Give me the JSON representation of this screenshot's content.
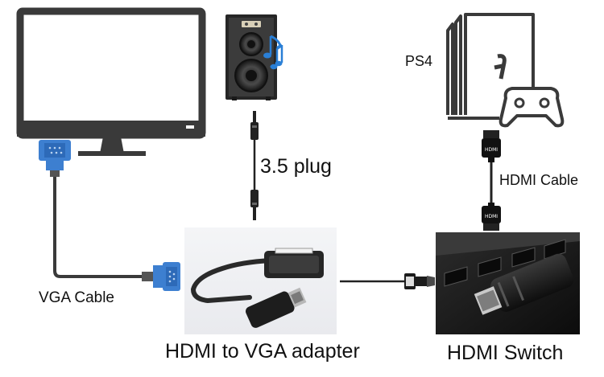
{
  "labels": {
    "audio_plug": "3.5 plug",
    "console": "PS4",
    "hdmi_cable": "HDMI Cable",
    "vga_cable": "VGA Cable",
    "adapter": "HDMI to VGA adapter",
    "switch": "HDMI Switch"
  },
  "icons": {
    "monitor": "monitor-icon",
    "speaker": "speaker-icon",
    "console": "ps4-console-icon",
    "controller": "gamepad-icon",
    "adapter": "hdmi-vga-adapter-photo",
    "switch": "hdmi-switch-photo",
    "vga_connector": "vga-connector-icon",
    "hdmi_connector": "hdmi-connector-icon",
    "audio_jack": "audio-jack-icon",
    "music_notes": "music-note-icon"
  },
  "colors": {
    "monitor_outline": "#3a3a3a",
    "vga_connector": "#3d7fd0",
    "cable": "#333333",
    "music_note": "#2a7fd6",
    "background": "#ffffff"
  }
}
